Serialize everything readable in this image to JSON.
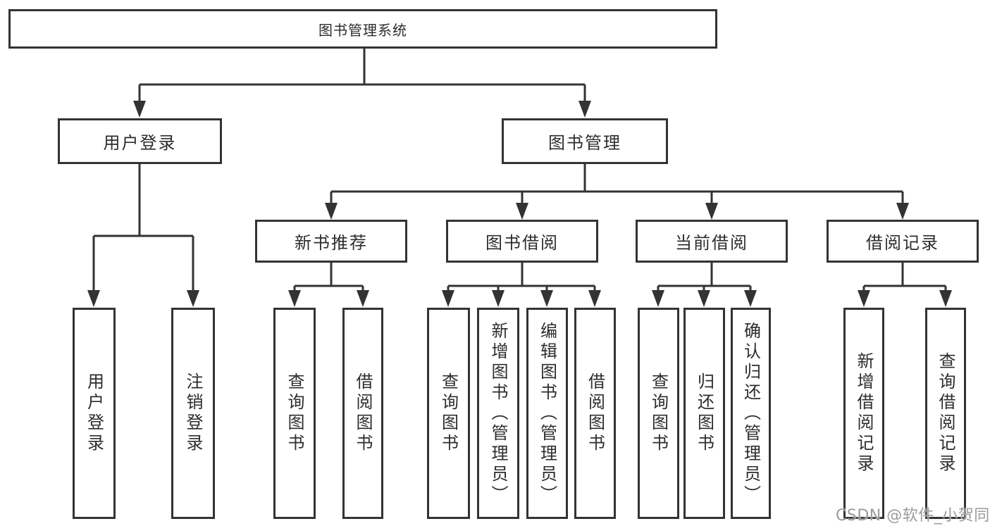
{
  "diagram": {
    "type": "hierarchy-tree",
    "colors": {
      "line": "#333333",
      "box_border": "#333333",
      "box_fill": "#ffffff",
      "text": "#2d2d2d",
      "background": "#ffffff"
    },
    "tree": {
      "label": "图书管理系统",
      "children": [
        {
          "label": "用户登录",
          "children": [
            {
              "label": "用户登录"
            },
            {
              "label": "注销登录"
            }
          ]
        },
        {
          "label": "图书管理",
          "children": [
            {
              "label": "新书推荐",
              "children": [
                {
                  "label": "查询图书"
                },
                {
                  "label": "借阅图书"
                }
              ]
            },
            {
              "label": "图书借阅",
              "children": [
                {
                  "label": "查询图书"
                },
                {
                  "label": "新增图书（管理员）"
                },
                {
                  "label": "编辑图书（管理员）"
                },
                {
                  "label": "借阅图书"
                }
              ]
            },
            {
              "label": "当前借阅",
              "children": [
                {
                  "label": "查询图书"
                },
                {
                  "label": "归还图书"
                },
                {
                  "label": "确认归还（管理员）"
                }
              ]
            },
            {
              "label": "借阅记录",
              "children": [
                {
                  "label": "新增借阅记录"
                },
                {
                  "label": "查询借阅记录"
                }
              ]
            }
          ]
        }
      ]
    }
  },
  "watermark": {
    "text": "CSDN @软件_小贺同学",
    "color": "#9b9b9b"
  }
}
